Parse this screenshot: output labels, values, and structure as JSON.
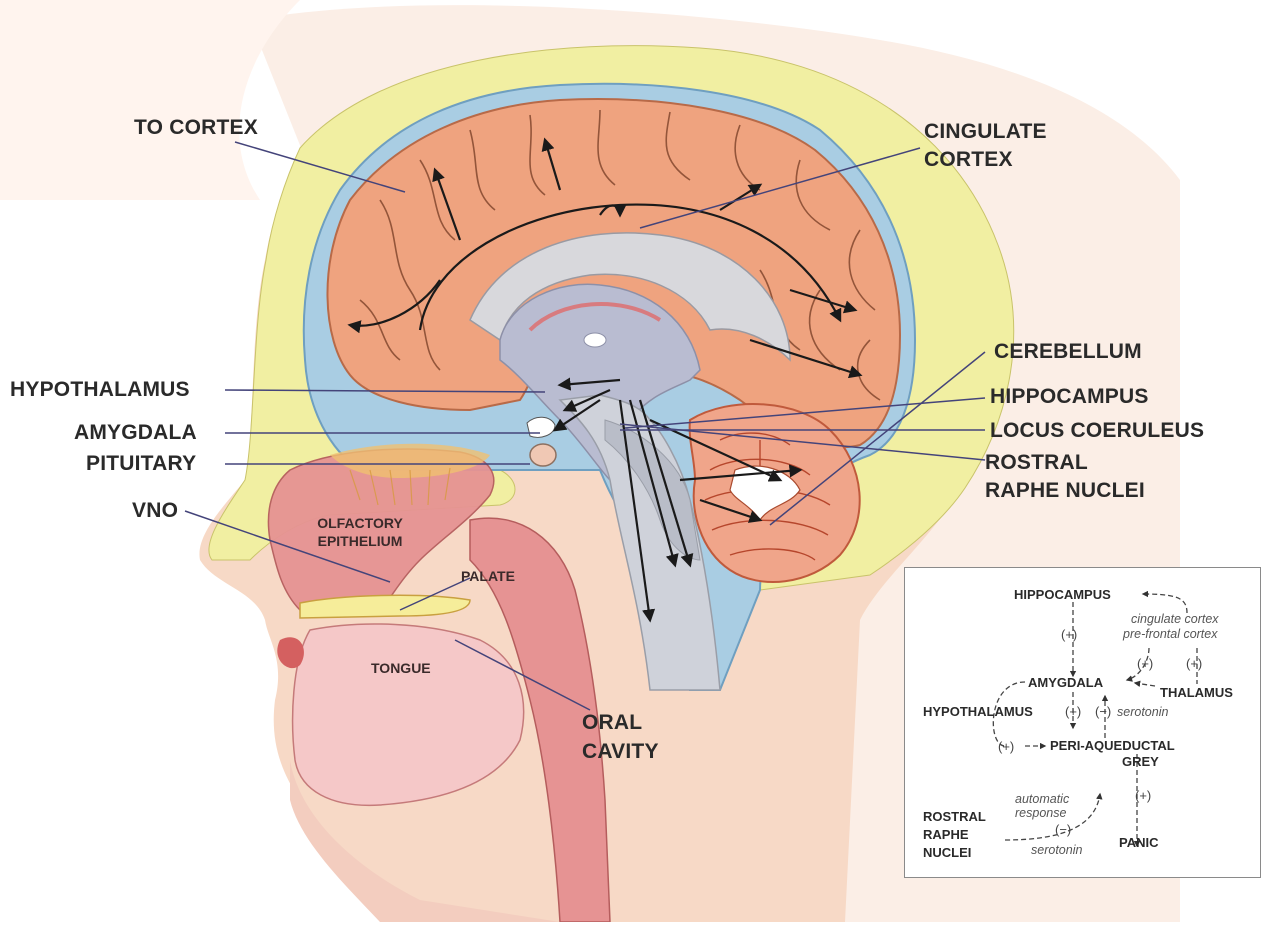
{
  "labels": {
    "to_cortex": "TO CORTEX",
    "cingulate_cortex": [
      "CINGULATE",
      "CORTEX"
    ],
    "hypothalamus": "HYPOTHALAMUS",
    "amygdala": "AMYGDALA",
    "pituitary": "PITUITARY",
    "vno": "VNO",
    "cerebellum": "CEREBELLUM",
    "hippocampus": "HIPPOCAMPUS",
    "locus_coeruleus": "LOCUS COERULEUS",
    "rostral_raphe_nuclei": [
      "ROSTRAL",
      "RAPHE NUCLEI"
    ],
    "olfactory_epithelium": [
      "OLFACTORY",
      "EPITHELIUM"
    ],
    "palate": "PALATE",
    "tongue": "TONGUE",
    "oral_cavity": [
      "ORAL",
      "CAVITY"
    ]
  },
  "inset": {
    "hippocampus": "HIPPOCAMPUS",
    "cingulate_cortex": "cingulate cortex",
    "prefrontal_cortex": "pre-frontal cortex",
    "amygdala": "AMYGDALA",
    "thalamus": "THALAMUS",
    "hypothalamus": "HYPOTHALAMUS",
    "serotonin": "serotonin",
    "peri_aqueductal": "PERI-AQUEDUCTAL",
    "grey": "GREY",
    "automatic": "automatic",
    "response": "response",
    "rostral": "ROSTRAL",
    "raphe": "RAPHE",
    "nuclei": "NUCLEI",
    "serotonin_2": "serotonin",
    "panic": "PANIC",
    "plus": "(+)",
    "minus": "(−)"
  },
  "colors": {
    "skin": "#f7d9c6",
    "scalp": "#f3e2a6",
    "meninges": "#9fc7e0",
    "cortex": "#efa37f",
    "brainstem": "#c9cdd6",
    "cerebellum": "#f0a58a",
    "airway": "#e88f8f",
    "pointer_line": "#44447a"
  }
}
